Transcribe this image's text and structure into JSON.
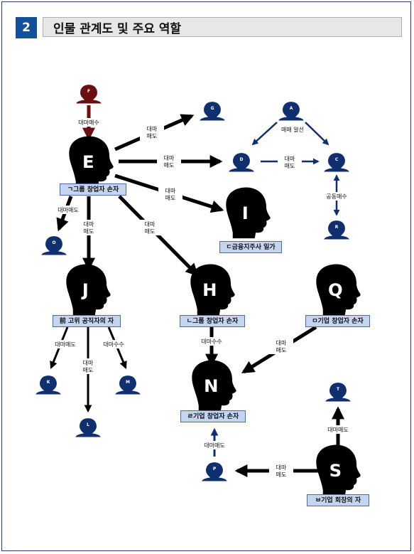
{
  "header": {
    "number": "2",
    "title": "인물 관계도 및 주요 역할"
  },
  "nodes": {
    "F": {
      "letter": "F"
    },
    "E": {
      "letter": "E",
      "role": "ㄱ그룹 창업자 손자"
    },
    "G": {
      "letter": "G"
    },
    "A": {
      "letter": "A"
    },
    "D": {
      "letter": "D"
    },
    "C": {
      "letter": "C"
    },
    "R": {
      "letter": "R"
    },
    "I": {
      "letter": "I",
      "role": "ㄷ금융지주사 일가"
    },
    "O": {
      "letter": "O"
    },
    "J": {
      "letter": "J",
      "role": "前 고위 공직자의 자"
    },
    "H": {
      "letter": "H",
      "role": "ㄴ그룹 창업자 손자"
    },
    "Q": {
      "letter": "Q",
      "role": "ㅁ기업 창업자 손자"
    },
    "K": {
      "letter": "K"
    },
    "L": {
      "letter": "L"
    },
    "M": {
      "letter": "M"
    },
    "N": {
      "letter": "N",
      "role": "ㄹ기업 창업자 손자"
    },
    "T": {
      "letter": "T"
    },
    "P": {
      "letter": "P"
    },
    "S": {
      "letter": "S",
      "role": "ㅂ기업 회장의 자"
    }
  },
  "edges": {
    "f_e": "대마매수",
    "e_g": [
      "대마",
      "매도"
    ],
    "e_d": [
      "대마",
      "매도"
    ],
    "a_dc": "매매 알선",
    "d_c": [
      "대마",
      "매도"
    ],
    "r_c": "공동매수",
    "e_i": [
      "대마",
      "매도"
    ],
    "e_o": "대마매도",
    "e_j": [
      "대마",
      "매도"
    ],
    "e_h": [
      "대마",
      "매도"
    ],
    "j_k": "대마매도",
    "j_l": [
      "대마",
      "매도"
    ],
    "j_m": "대마수수",
    "h_n": "대마수수",
    "q_n": [
      "대마",
      "매도"
    ],
    "p_n": "대마매도",
    "s_t": "대마매도",
    "s_p": [
      "대마",
      "매도"
    ]
  },
  "colors": {
    "dark_node": "#000000",
    "blue_node": "#0f2f6e",
    "red_node": "#6b1010",
    "arrow": "#000000",
    "blue_arrow": "#0f2f6e",
    "red_arrow": "#6b1010"
  }
}
